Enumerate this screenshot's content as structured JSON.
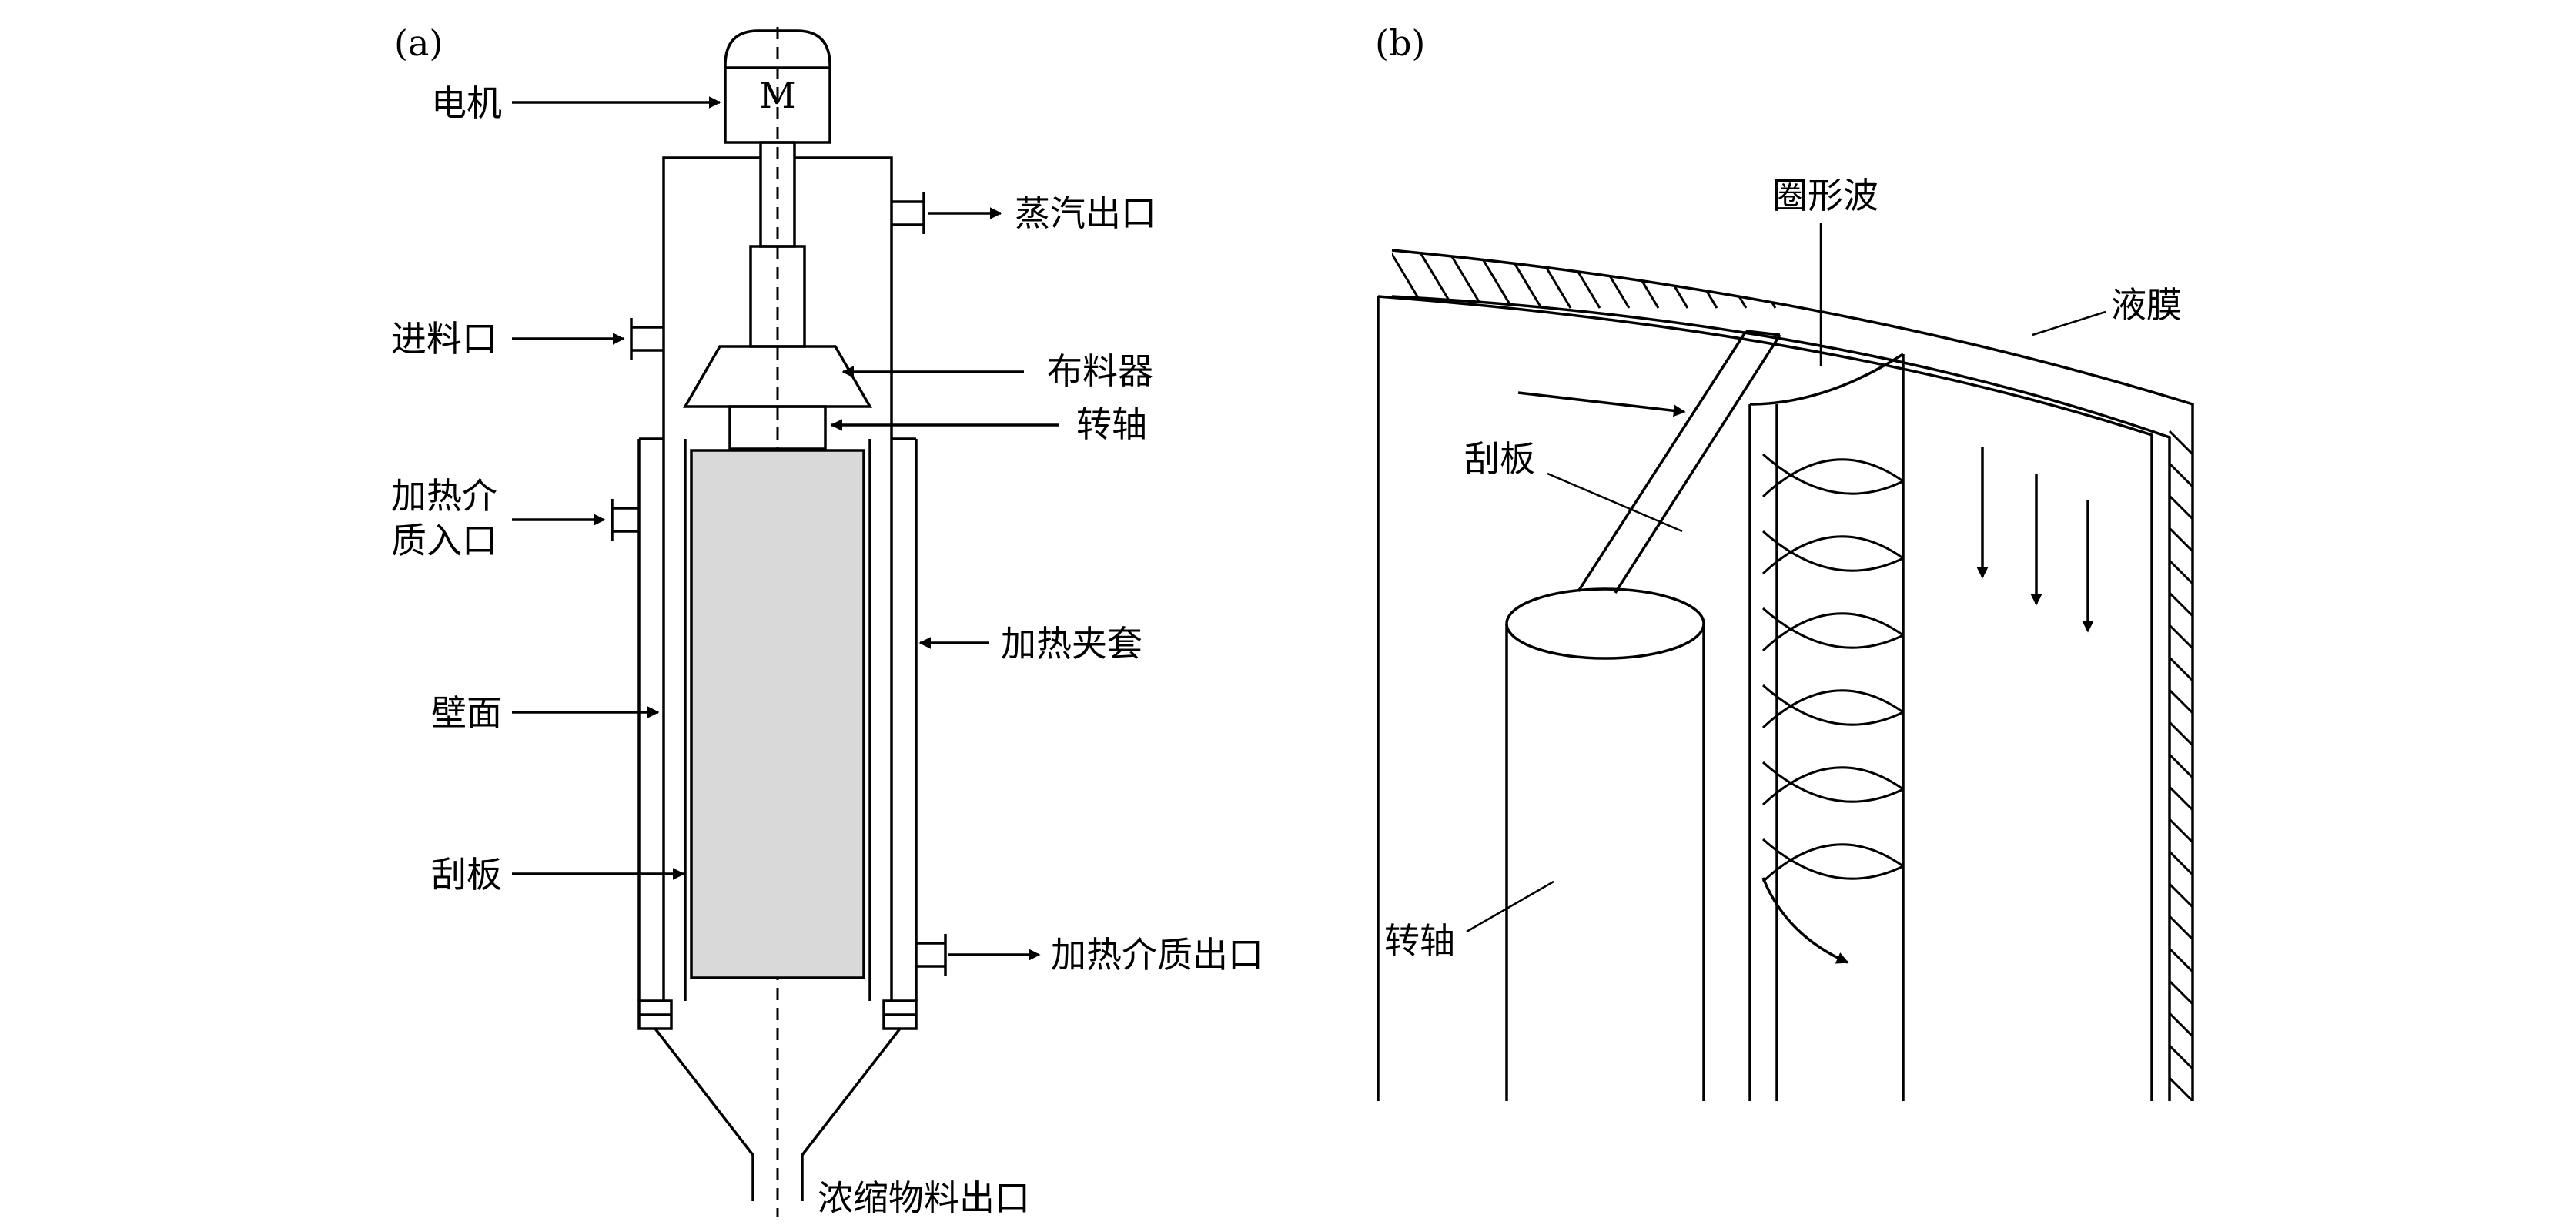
{
  "panel_a": {
    "tag": "(a)",
    "motor_symbol": "M",
    "labels": {
      "motor": "电机",
      "steam_outlet": "蒸汽出口",
      "feed_inlet": "进料口",
      "distributor": "布料器",
      "shaft": "转轴",
      "heating_medium_inlet_line1": "加热介",
      "heating_medium_inlet_line2": "质入口",
      "heating_jacket": "加热夹套",
      "wall": "壁面",
      "scraper": "刮板",
      "heating_medium_outlet": "加热介质出口",
      "concentrate_outlet": "浓缩物料出口"
    }
  },
  "panel_b": {
    "tag": "(b)",
    "labels": {
      "circular_wave": "圈形波",
      "liquid_film": "液膜",
      "scraper": "刮板",
      "shaft": "转轴"
    }
  },
  "colors": {
    "line": "#000000",
    "rotor_fill": "#d9d9d9",
    "background": "#ffffff"
  }
}
